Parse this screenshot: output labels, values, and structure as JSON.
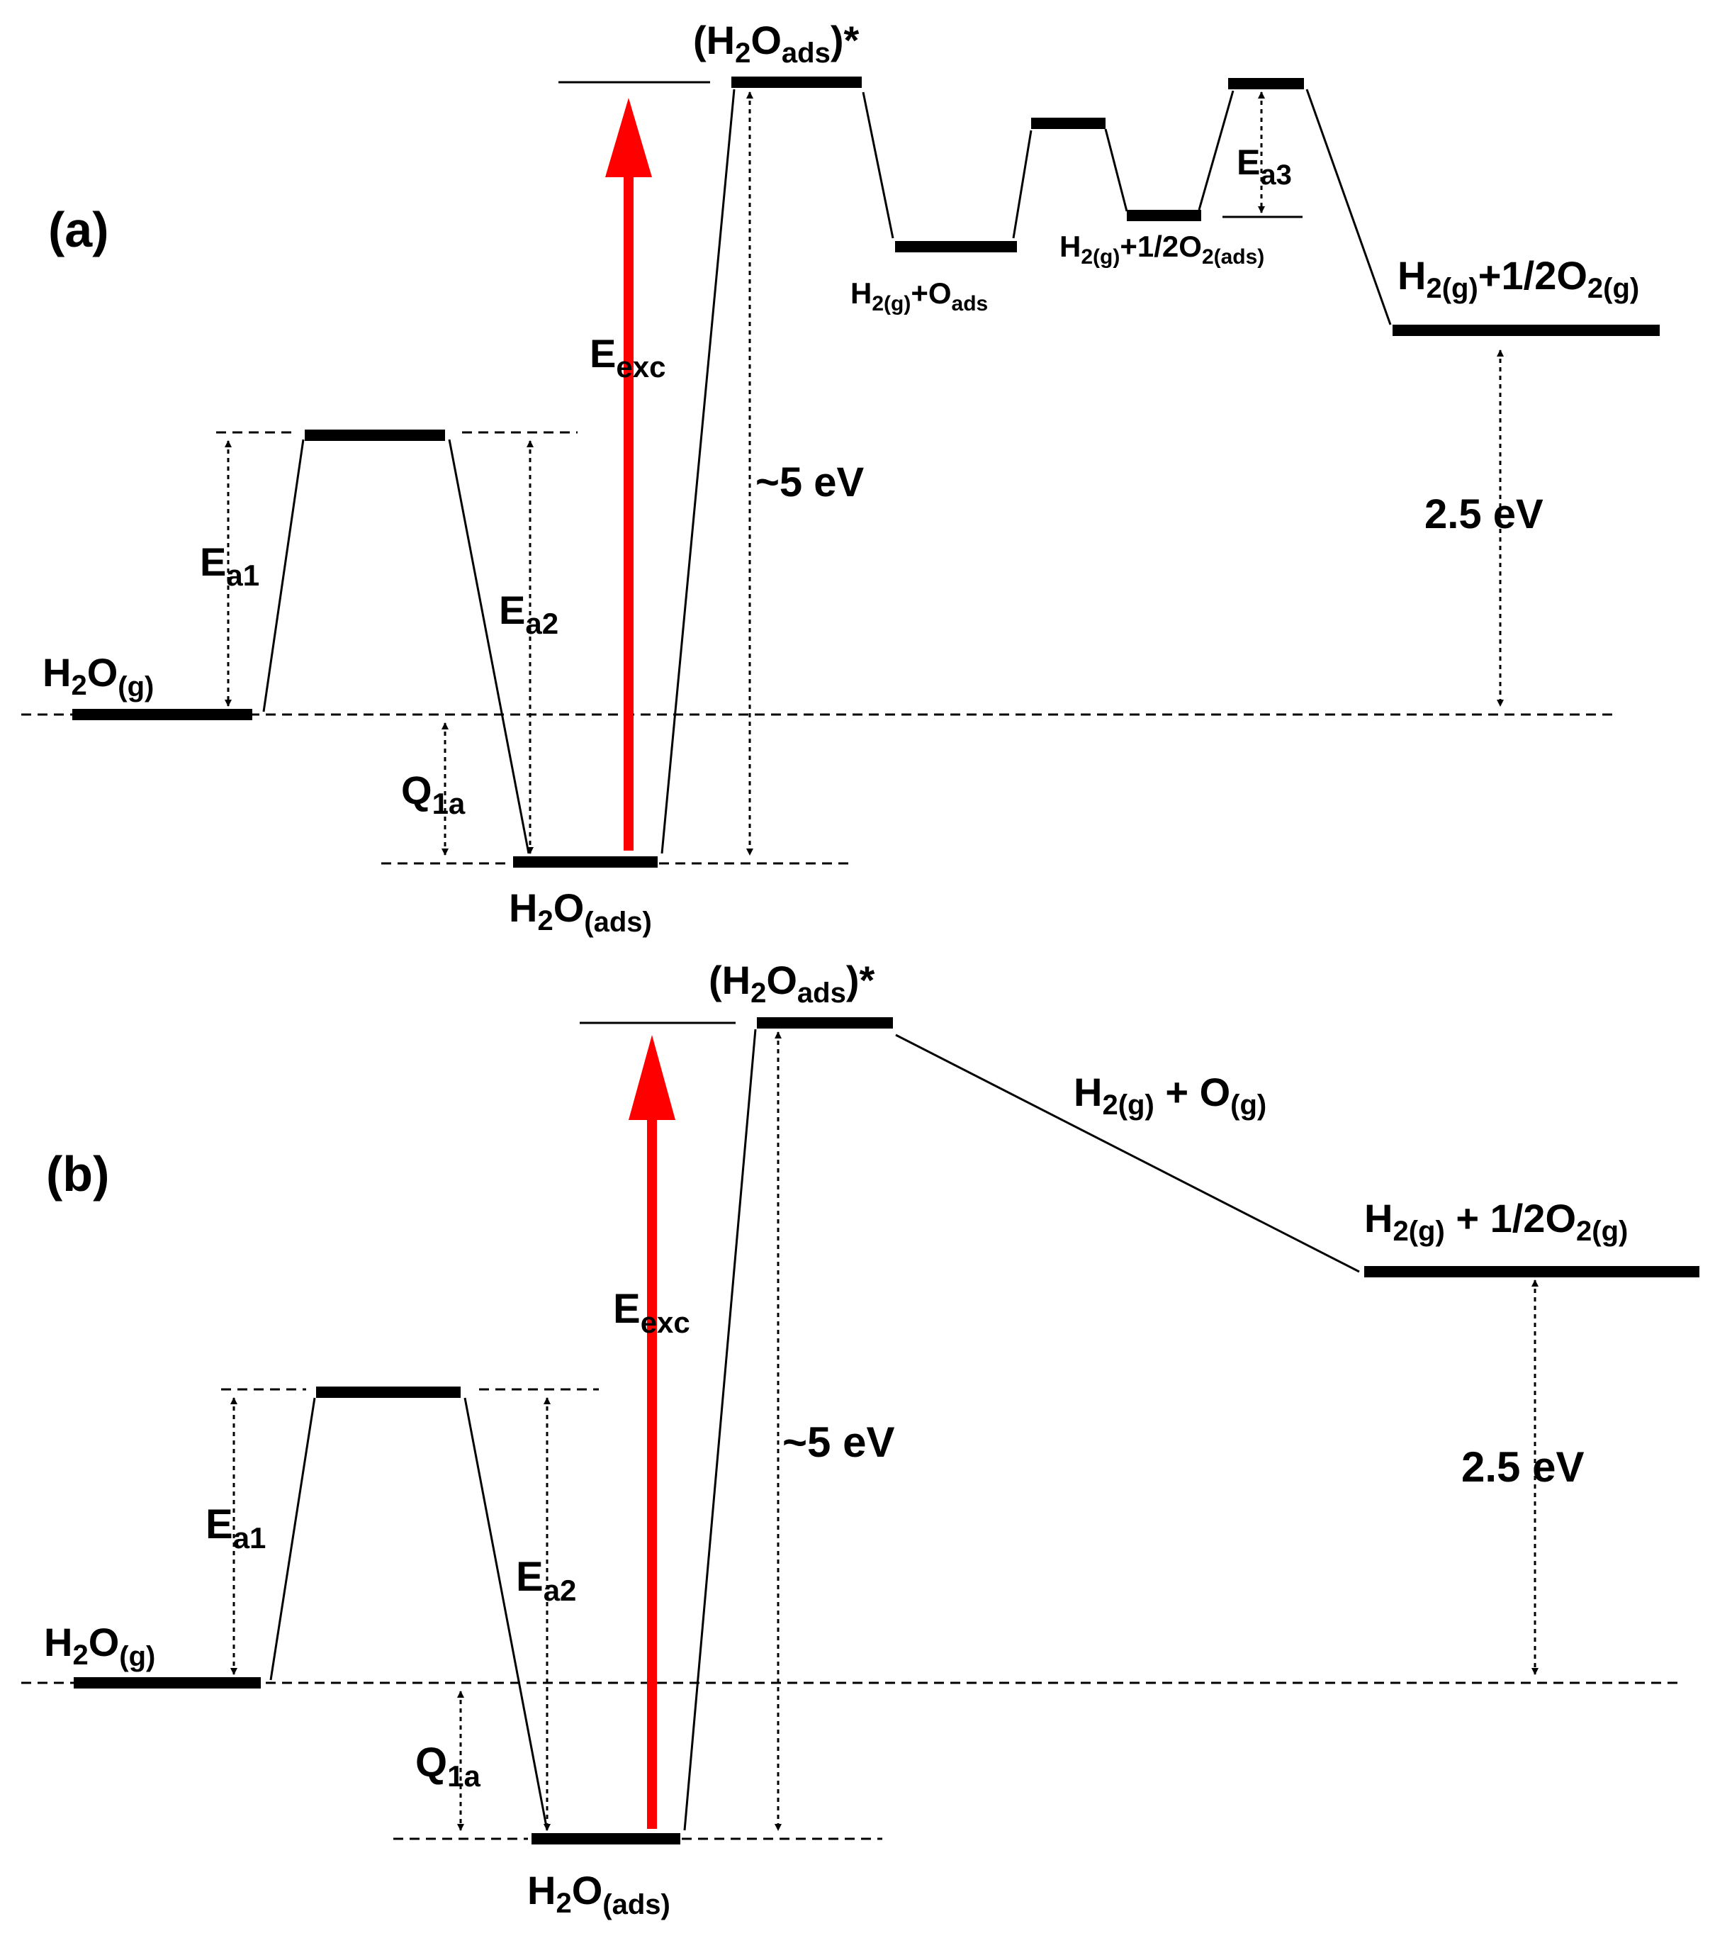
{
  "panels": [
    {
      "id": "a",
      "panel_label": "(a)",
      "species": {
        "h2o_gas": {
          "main": "H",
          "sub1": "2",
          "mid": "O",
          "sub2": "(g)"
        },
        "h2o_ads": {
          "main": "H",
          "sub1": "2",
          "mid": "O",
          "sub2": "(ads)"
        },
        "excited": {
          "open": "(H",
          "sub1": "2",
          "mid": "O",
          "sub2": "ads",
          "close": ")*"
        },
        "h2_oads": {
          "a": "H",
          "a_sub": "2(g)",
          "b": "+O",
          "b_sub": "ads"
        },
        "h2_o2ads": {
          "a": "H",
          "a_sub": "2(g)",
          "b": "+1/2O",
          "b_sub": "2(ads)"
        },
        "products": {
          "a": "H",
          "a_sub": "2(g)",
          "b": "+1/2O",
          "b_sub": "2(g)"
        }
      },
      "energies": {
        "ea1": {
          "main": "E",
          "sub": "a1"
        },
        "ea2": {
          "main": "E",
          "sub": "a2"
        },
        "ea3": {
          "main": "E",
          "sub": "a3"
        },
        "q1a": {
          "main": "Q",
          "sub": "1a"
        },
        "eexc": {
          "main": "E",
          "sub": "exc"
        },
        "excitation_gap": "~5 eV",
        "reaction_gap": "2.5 eV"
      }
    },
    {
      "id": "b",
      "panel_label": "(b)",
      "species": {
        "h2o_gas": {
          "main": "H",
          "sub1": "2",
          "mid": "O",
          "sub2": "(g)"
        },
        "h2o_ads": {
          "main": "H",
          "sub1": "2",
          "mid": "O",
          "sub2": "(ads)"
        },
        "excited": {
          "open": "(H",
          "sub1": "2",
          "mid": "O",
          "sub2": "ads",
          "close": ")*"
        },
        "h2_og": {
          "a": "H",
          "a_sub": "2(g)",
          "b": " + O",
          "b_sub": "(g)"
        },
        "products": {
          "a": "H",
          "a_sub": "2(g)",
          "b": " + 1/2O",
          "b_sub": "2(g)"
        }
      },
      "energies": {
        "ea1": {
          "main": "E",
          "sub": "a1"
        },
        "ea2": {
          "main": "E",
          "sub": "a2"
        },
        "q1a": {
          "main": "Q",
          "sub": "1a"
        },
        "eexc": {
          "main": "E",
          "sub": "exc"
        },
        "excitation_gap": "~5 eV",
        "reaction_gap": "2.5 eV"
      }
    }
  ],
  "colors": {
    "excitation_arrow": "#ff0000",
    "lines": "#000000"
  }
}
